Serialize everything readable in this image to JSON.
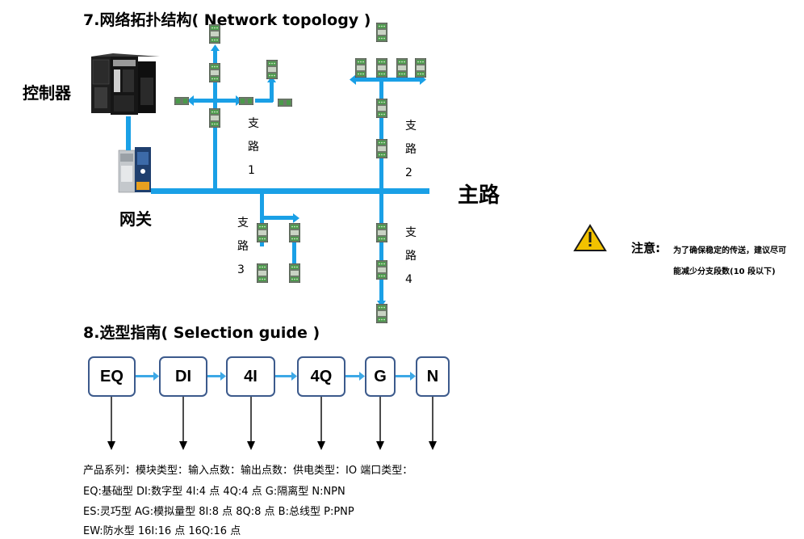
{
  "topology": {
    "title": "7.网络拓扑结构( Network topology )",
    "controller_label": "控制器",
    "gateway_label": "网关",
    "main_route_label": "主路",
    "branches": [
      {
        "chars": [
          "支",
          "路",
          "1"
        ]
      },
      {
        "chars": [
          "支",
          "路",
          "2"
        ]
      },
      {
        "chars": [
          "支",
          "路",
          "3"
        ]
      },
      {
        "chars": [
          "支",
          "路",
          "4"
        ]
      }
    ],
    "line_color": "#1aa0e6"
  },
  "note": {
    "title": "注意:",
    "line1": "为了确保稳定的传送，建议尽可",
    "line2": "能减少分支段数(10 段以下)",
    "warning_color": "#f2c200"
  },
  "selection": {
    "title": "8.选型指南( Selection guide )",
    "boxes": [
      "EQ",
      "DI",
      "4I",
      "4Q",
      "G",
      "N"
    ],
    "box_border_color": "#3c5a8c",
    "arrow_color": "#3da8e6",
    "lines": [
      "产品系列：模块类型：输入点数：输出点数：供电类型：IO 端口类型：",
      "EQ:基础型      DI:数字型 4I:4 点 4Q:4 点 G:隔离型 N:NPN",
      "ES:灵巧型      AG:模拟量型 8I:8 点 8Q:8 点 B:总线型 P:PNP",
      "EW:防水型 16I:16 点 16Q:16 点"
    ]
  }
}
